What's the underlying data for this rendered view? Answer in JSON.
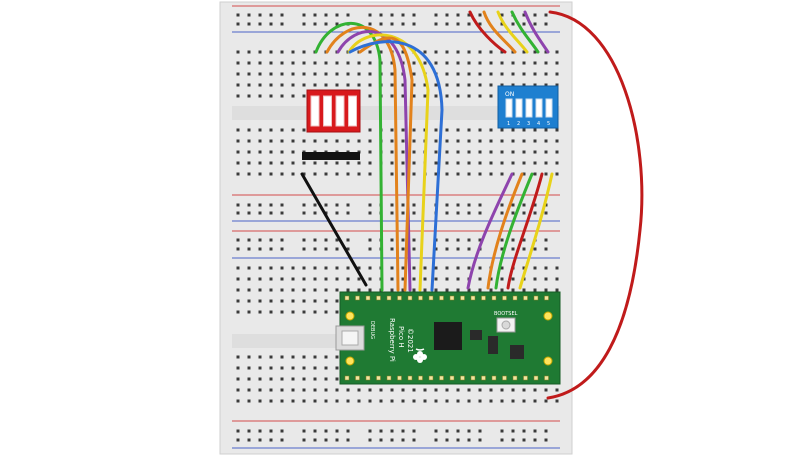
{
  "board": {
    "line1": "Raspberry Pi",
    "line2": "Pico H",
    "line3": "©2021",
    "bootsel_label": "BOOTSEL",
    "debug_label": "DEBUG"
  },
  "dip_switch": {
    "on_label": "ON",
    "positions": [
      "1",
      "2",
      "3",
      "4",
      "5"
    ]
  },
  "bar_graph": {
    "segments": 4
  },
  "colors": {
    "board_green": "#1f7a33",
    "breadboard": "#e9e9e9",
    "rail_red": "#d24a4a",
    "rail_blue": "#4a62c8",
    "led_red": "#d8191c",
    "dip_blue": "#1e7fd0",
    "wire_green": "#33b233",
    "wire_orange": "#e2821c",
    "wire_purple": "#8e44ad",
    "wire_yellow": "#e8d21a",
    "wire_blue": "#2d6fd6",
    "wire_red": "#c01b1b",
    "wire_black": "#111111"
  }
}
